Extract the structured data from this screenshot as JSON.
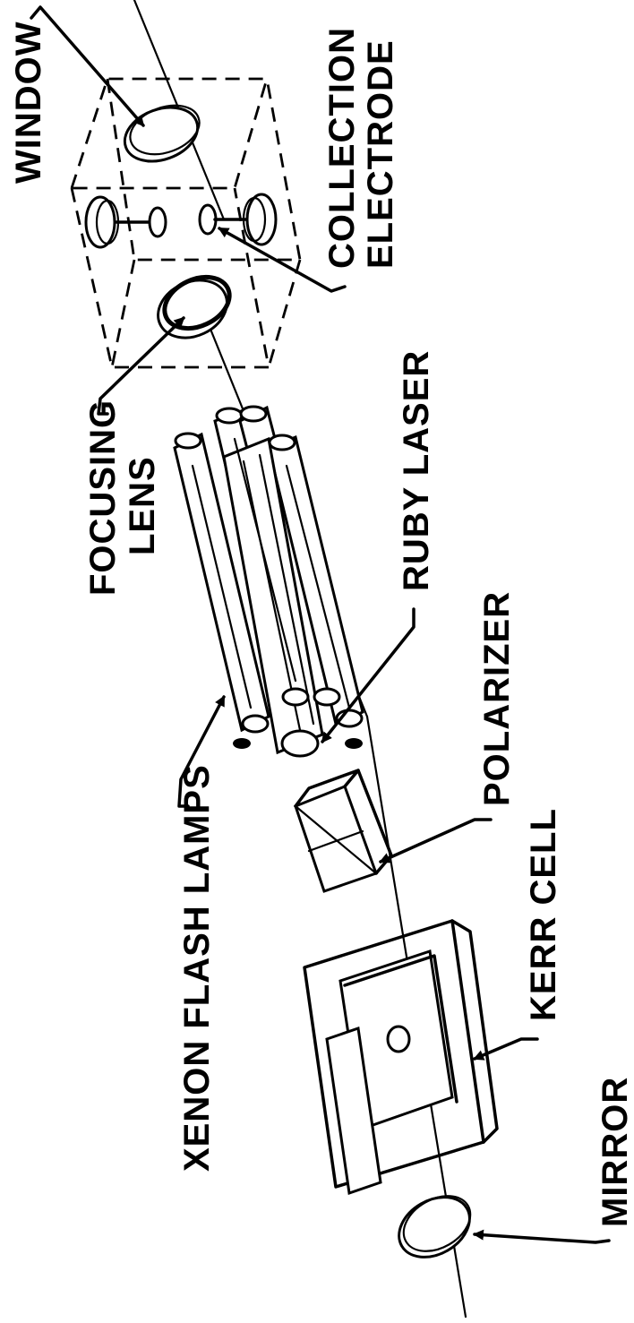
{
  "diagram": {
    "labels": {
      "window": "WINDOW",
      "collection_electrode_line1": "COLLECTION",
      "collection_electrode_line2": "ELECTRODE",
      "focusing_lens_line1": "FOCUSING",
      "focusing_lens_line2": "LENS",
      "ruby_laser": "RUBY LASER",
      "polarizer": "POLARIZER",
      "xenon_flash_lamps": "XENON FLASH LAMPS",
      "kerr_cell": "KERR CELL",
      "mirror": "MIRROR"
    }
  }
}
